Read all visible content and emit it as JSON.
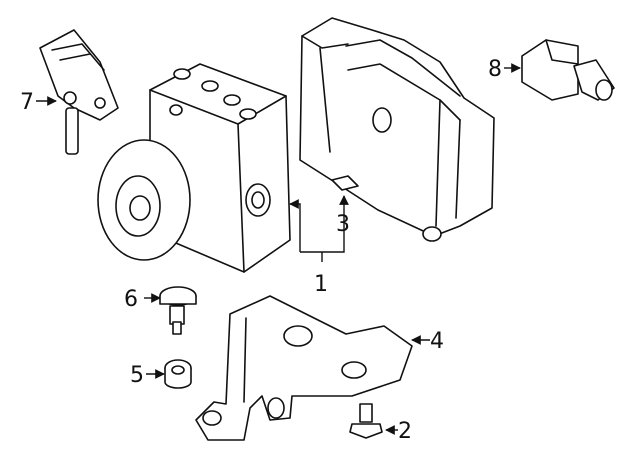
{
  "diagram": {
    "callouts": [
      {
        "id": "abs-modulator-assembly",
        "label": "1"
      },
      {
        "id": "bolt",
        "label": "2"
      },
      {
        "id": "control-module",
        "label": "3"
      },
      {
        "id": "mounting-bracket",
        "label": "4"
      },
      {
        "id": "grommet",
        "label": "5"
      },
      {
        "id": "mount-stud",
        "label": "6"
      },
      {
        "id": "speed-sensor",
        "label": "7"
      },
      {
        "id": "yaw-rate-sensor",
        "label": "8"
      }
    ]
  }
}
